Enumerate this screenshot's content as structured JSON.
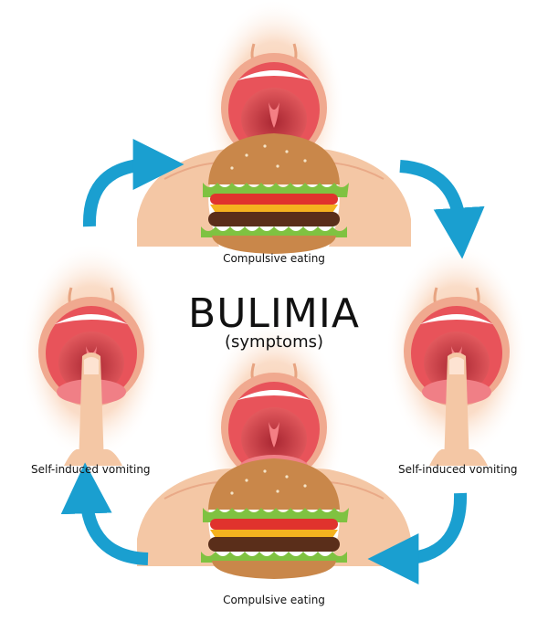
{
  "title": "BULIMIA",
  "subtitle": "(symptoms)",
  "stages": {
    "top": "Compulsive eating",
    "bottom": "Compulsive eating",
    "left": "Self-induced vomiting",
    "right": "Self-induced vomiting"
  },
  "colors": {
    "arrow": "#1a9fd0",
    "skin": "#f4c7a5",
    "skin_shadow": "#e9a987",
    "mouth": "#e9545a",
    "throat": "#c1363e",
    "bun": "#c9874a",
    "lettuce": "#7fc241",
    "tomato": "#e0332d",
    "cheese": "#f5b21f",
    "patty": "#5a2e1a"
  }
}
